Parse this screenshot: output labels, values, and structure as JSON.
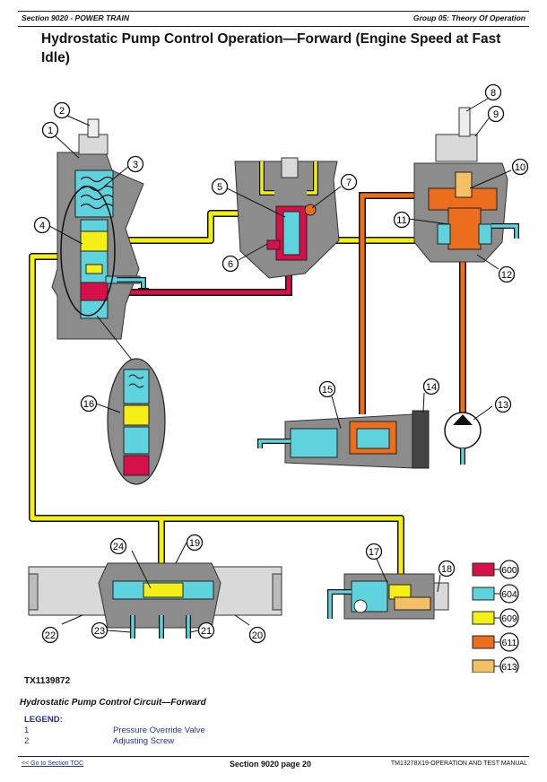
{
  "header": {
    "section": "Section 9020 - POWER TRAIN",
    "group": "Group 05: Theory Of Operation"
  },
  "title": "Hydrostatic Pump Control Operation—Forward (Engine Speed at Fast Idle)",
  "figure_id": "TX1139872",
  "caption": "Hydrostatic Pump Control Circuit—Forward",
  "legend": {
    "heading": "LEGEND:",
    "items": [
      {
        "num": "1",
        "text": "Pressure Override Valve"
      },
      {
        "num": "2",
        "text": "Adjusting Screw"
      }
    ]
  },
  "callouts": [
    "1",
    "2",
    "3",
    "4",
    "5",
    "6",
    "7",
    "8",
    "9",
    "10",
    "11",
    "12",
    "13",
    "14",
    "15",
    "16",
    "17",
    "18",
    "19",
    "20",
    "21",
    "22",
    "23",
    "24"
  ],
  "swatches": [
    {
      "code": "600",
      "color": "#d8104a"
    },
    {
      "code": "604",
      "color": "#5fd3dd"
    },
    {
      "code": "609",
      "color": "#f5ef18"
    },
    {
      "code": "611",
      "color": "#ec6e1c"
    },
    {
      "code": "613",
      "color": "#f4c064"
    }
  ],
  "footer": {
    "link": "<< Go to Section TOC",
    "page": "Section 9020 page 20",
    "manual": "TM13278X19-OPERATION AND TEST MANUAL"
  }
}
